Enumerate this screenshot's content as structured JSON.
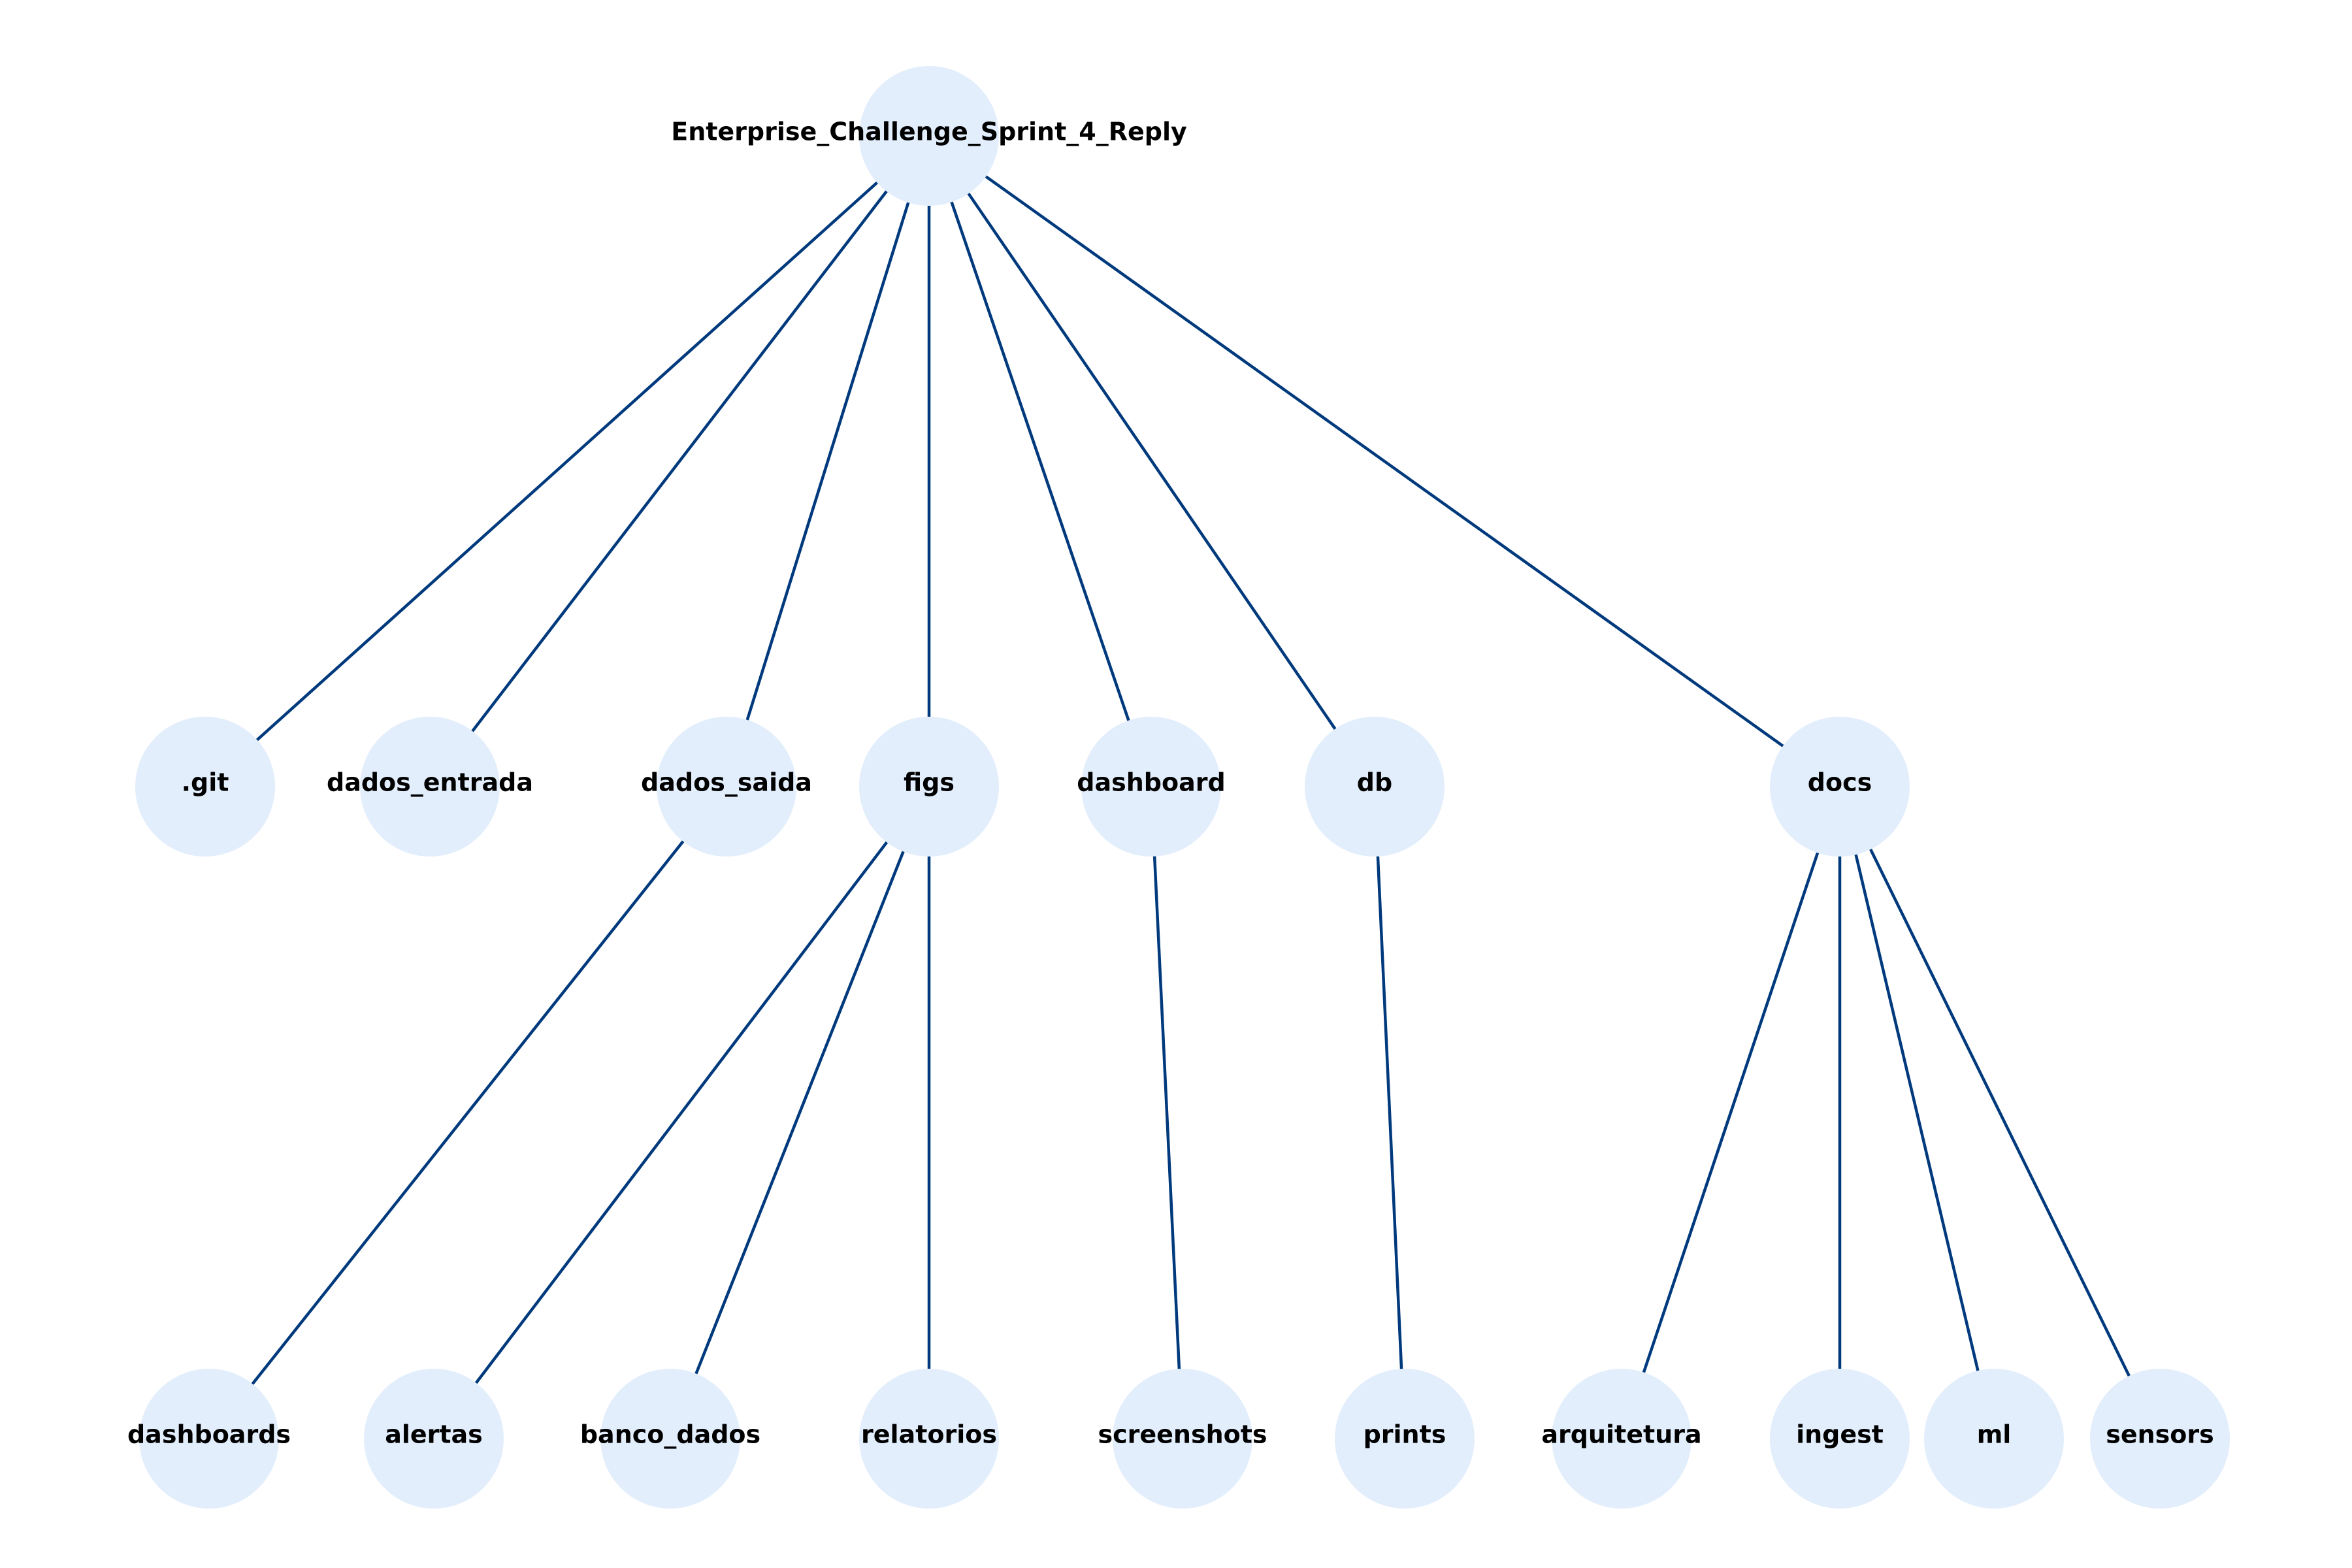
{
  "root": {
    "id": "root",
    "label": "Enterprise_Challenge_Sprint_4_Reply"
  },
  "nodes": [
    {
      "id": "git",
      "label": ".git",
      "parent": "root"
    },
    {
      "id": "dados_entrada",
      "label": "dados_entrada",
      "parent": "root"
    },
    {
      "id": "dados_saida",
      "label": "dados_saida",
      "parent": "root"
    },
    {
      "id": "figs",
      "label": "figs",
      "parent": "root"
    },
    {
      "id": "dashboard",
      "label": "dashboard",
      "parent": "root"
    },
    {
      "id": "db",
      "label": "db",
      "parent": "root"
    },
    {
      "id": "docs",
      "label": "docs",
      "parent": "root"
    },
    {
      "id": "dashboards",
      "label": "dashboards",
      "parent": "dados_saida"
    },
    {
      "id": "alertas",
      "label": "alertas",
      "parent": "figs"
    },
    {
      "id": "banco_dados",
      "label": "banco_dados",
      "parent": "figs"
    },
    {
      "id": "relatorios",
      "label": "relatorios",
      "parent": "figs"
    },
    {
      "id": "screenshots",
      "label": "screenshots",
      "parent": "dashboard"
    },
    {
      "id": "prints",
      "label": "prints",
      "parent": "db"
    },
    {
      "id": "arquitetura",
      "label": "arquitetura",
      "parent": "docs"
    },
    {
      "id": "ingest",
      "label": "ingest",
      "parent": "docs"
    },
    {
      "id": "ml",
      "label": "ml",
      "parent": "docs"
    },
    {
      "id": "sensors",
      "label": "sensors",
      "parent": "docs"
    }
  ],
  "colors": {
    "edge": "#003a7d",
    "node_fill": "#e3eefc",
    "label": "#000000"
  }
}
